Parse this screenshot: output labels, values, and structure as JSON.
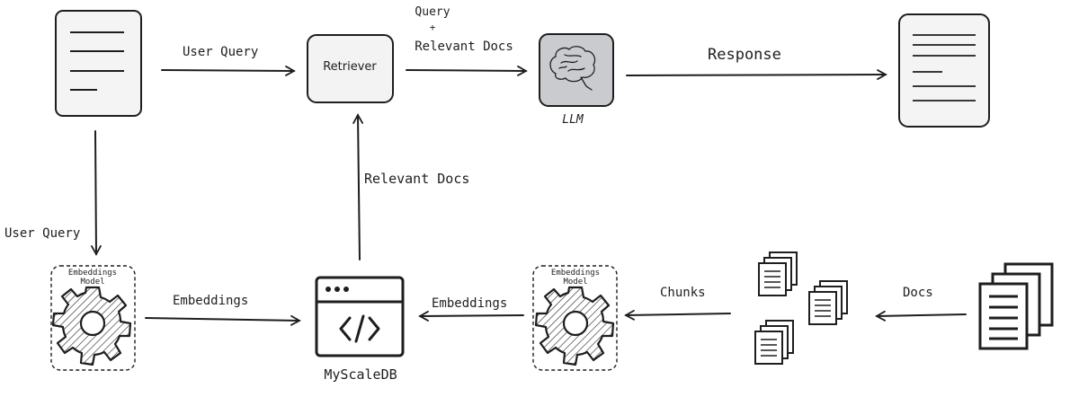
{
  "labels": {
    "user_query_top": "User Query",
    "query_line1": "Query",
    "query_plus": "+",
    "query_line2": "Relevant Docs",
    "response": "Response",
    "retriever": "Retriever",
    "llm": "LLM",
    "relevant_docs": "Relevant Docs",
    "user_query_left": "User Query",
    "embeddings_left": "Embeddings",
    "embeddings_right": "Embeddings",
    "chunks": "Chunks",
    "docs": "Docs",
    "embeddings_model_left": "Embeddings Model",
    "embeddings_model_right": "Embeddings Model",
    "myscaledb": "MyScaleDB"
  },
  "icons": {
    "user_doc": "document-icon",
    "response_doc": "document-icon",
    "llm": "brain-icon",
    "embeddings_model": "gear-icon",
    "database": "code-window-icon",
    "chunks": "document-stack-icon",
    "docs": "document-stack-icon"
  },
  "colors": {
    "stroke": "#1e1e1e",
    "box_fill": "#f3f3f3",
    "llm_fill": "#c9cbce",
    "background": "#ffffff"
  }
}
